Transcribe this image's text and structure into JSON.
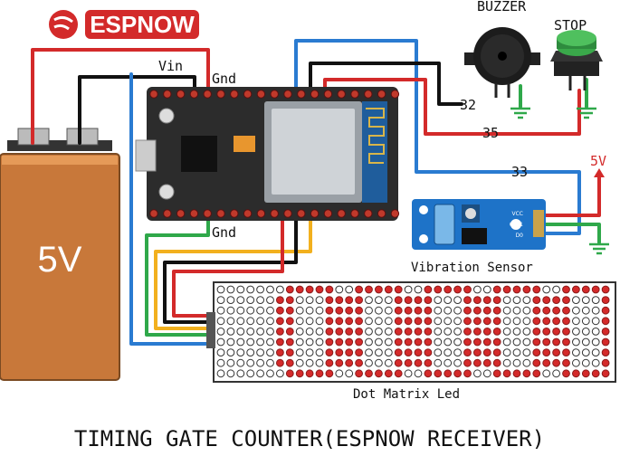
{
  "logo": {
    "brand_text": "ESPNOW"
  },
  "labels": {
    "vin": "Vin",
    "gnd_top": "Gnd",
    "gnd_bottom": "Gnd",
    "buzzer": "BUZZER",
    "stop": "STOP",
    "pin_32": "32",
    "pin_35": "35",
    "pin_33": "33",
    "five_v_supply": "5V",
    "vibration_sensor": "Vibration Sensor",
    "dot_matrix": "Dot Matrix Led",
    "battery_voltage": "5V",
    "title": "TIMING GATE COUNTER(ESPNOW RECEIVER)"
  },
  "sensor_pins": [
    "VCC",
    "G-D1",
    "D0"
  ],
  "display_digits": "00000",
  "colors": {
    "red_wire": "#d32a2a",
    "black_wire": "#111111",
    "blue_wire": "#2a7bd1",
    "green_wire": "#2fa84a",
    "yellow_wire": "#f2b01e",
    "board": "#2c2c2c",
    "led_on": "#d42a2a",
    "led_off": "#ffffff",
    "battery_body": "#c8783a",
    "sensor_board": "#1e73c8",
    "button": "#2e8b3e"
  }
}
